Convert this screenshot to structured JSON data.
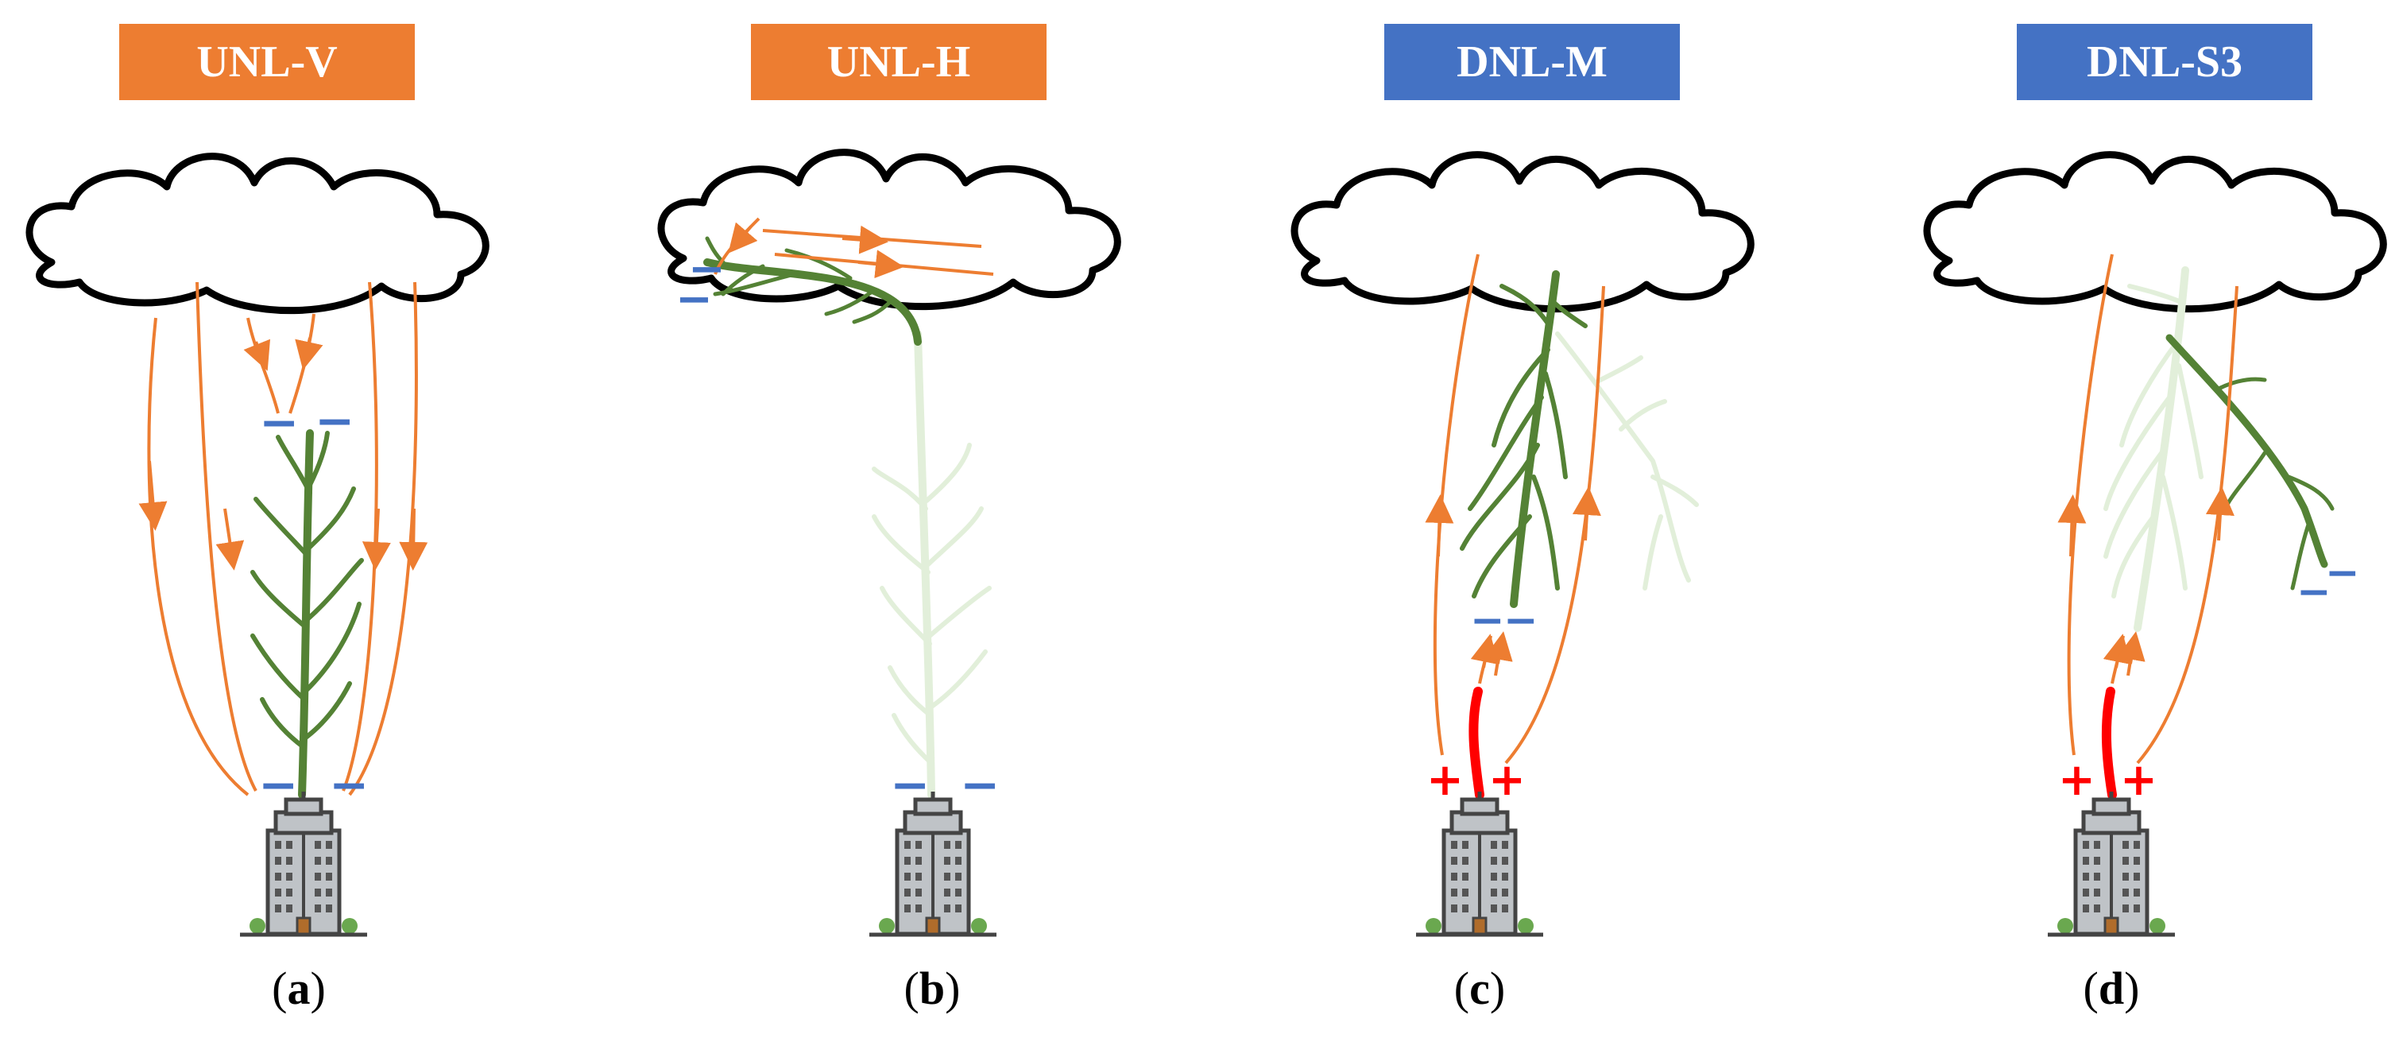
{
  "panels": [
    {
      "label": "UNL-V",
      "color": "#ED7D31",
      "caption_letter": "a"
    },
    {
      "label": "UNL-H",
      "color": "#ED7D31",
      "caption_letter": "b"
    },
    {
      "label": "DNL-M",
      "color": "#4472C4",
      "caption_letter": "c"
    },
    {
      "label": "DNL-S3",
      "color": "#4472C4",
      "caption_letter": "d"
    }
  ],
  "colors": {
    "orange": "#ED7D31",
    "blue": "#4472C4",
    "dark_leader": "#548235",
    "faint_leader": "#E2EFDA",
    "upward_leader": "#FF0000",
    "cloud": "#000000"
  },
  "icons": [
    "cloud-icon",
    "building-icon"
  ],
  "charge_symbols": {
    "negative": "−",
    "positive": "+"
  }
}
